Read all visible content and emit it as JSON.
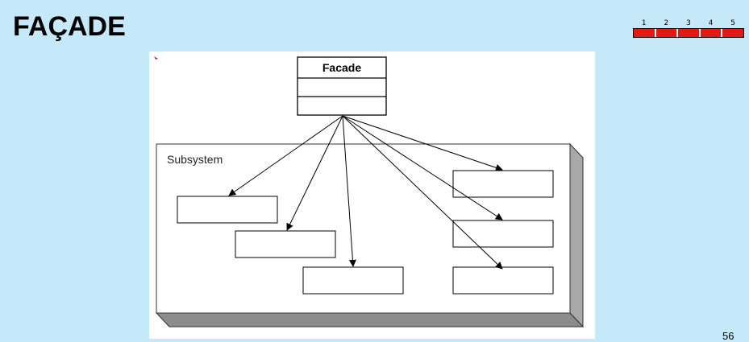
{
  "slide": {
    "title": "FAÇADE",
    "page_number": "56"
  },
  "progress": {
    "steps": [
      "1",
      "2",
      "3",
      "4",
      "5"
    ],
    "filled": 5,
    "fill_color": "#e11b14"
  },
  "diagram": {
    "facade_label": "Facade",
    "subsystem_label": "Subsystem",
    "colors": {
      "background": "#c5e9f8",
      "subsystem_side": "#a8a8a8",
      "subsystem_bottom": "#8c8c8c"
    }
  }
}
